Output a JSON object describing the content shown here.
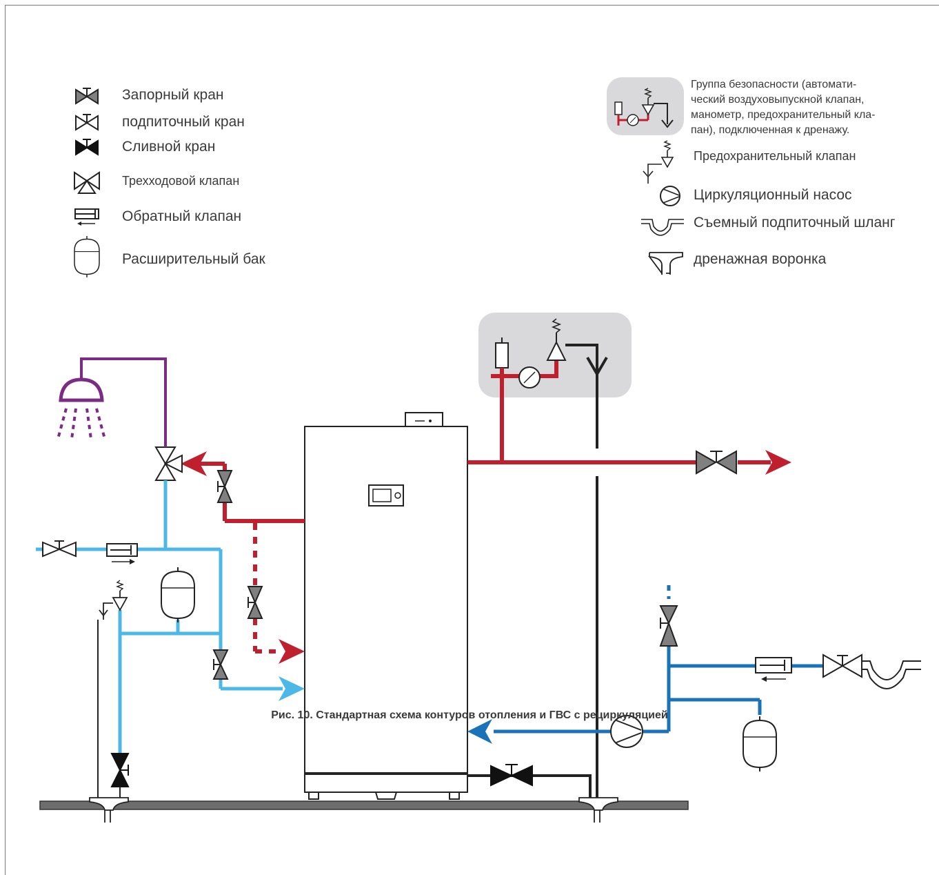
{
  "legend": {
    "left": [
      {
        "id": "shutoff",
        "label": "Запорный кран"
      },
      {
        "id": "fill",
        "label": "подпиточный кран"
      },
      {
        "id": "drain",
        "label": "Сливной кран"
      },
      {
        "id": "threeway",
        "label": "Трехходовой клапан"
      },
      {
        "id": "check",
        "label": "Обратный клапан"
      },
      {
        "id": "tank",
        "label": "Расширительный бак"
      }
    ],
    "safety_group_lines": [
      "Группа безопасности (автомати-",
      "ческий воздуховыпускной клапан,",
      "манометр, предохранительный кла-",
      "пан), подключенная к дренажу."
    ],
    "right": [
      {
        "id": "relief",
        "label": "Предохранительный клапан"
      },
      {
        "id": "pump",
        "label": "Циркуляционный насос"
      },
      {
        "id": "hose",
        "label": "Съемный подпиточный шланг"
      },
      {
        "id": "funnel",
        "label": "дренажная воронка"
      }
    ]
  },
  "colors": {
    "hot": "#c0202e",
    "cold_light": "#4bb8e8",
    "cold_dark": "#1a73b8",
    "dhw": "#7b2a86",
    "gray_panel": "#d9d9db",
    "valve_gray": "#808080",
    "floor": "#6d6d6d"
  },
  "caption": "Рис. 10.  Стандартная схема контуров отопления и ГВС с рециркуляцией"
}
